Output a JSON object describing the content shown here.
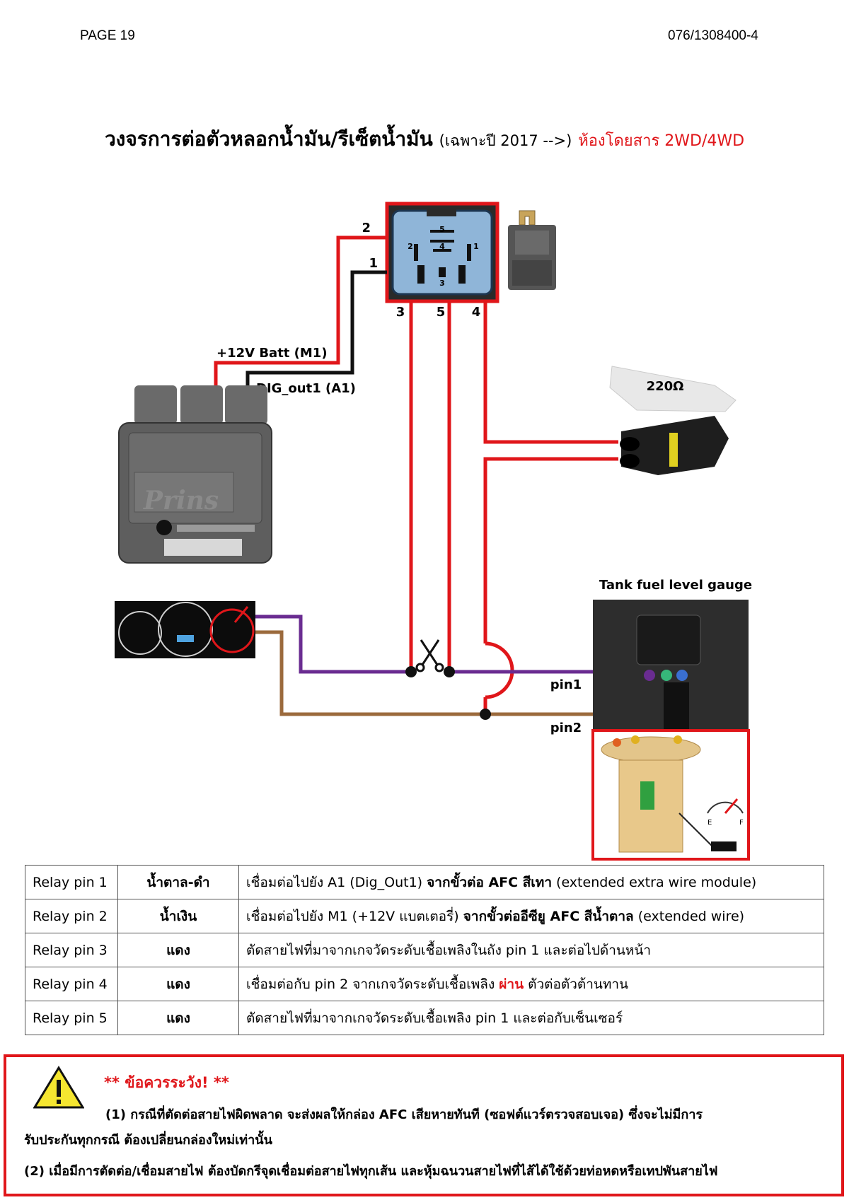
{
  "header": {
    "page": "PAGE 19",
    "doc_number": "076/1308400-4"
  },
  "title": {
    "main": "วงจรการต่อตัวหลอกน้ำมัน/รีเซ็ตน้ำมัน",
    "sub": "(เฉพาะปี 2017 -->)",
    "highlight": "ห้องโดยสาร 2WD/4WD"
  },
  "diagram": {
    "relay_socket_pins": {
      "p5": "5",
      "p4": "4",
      "p2": "2",
      "p1": "1",
      "p3": "3"
    },
    "wire_pin_labels": {
      "p2": "2",
      "p1": "1",
      "p3": "3",
      "p5": "5",
      "p4": "4"
    },
    "wire_labels": {
      "batt": "+12V Batt (M1)",
      "dig": "DIG_out1 (A1)"
    },
    "ecu_brand": "Prins",
    "resistor_label": "220Ω",
    "tank_label": "Tank fuel level gauge",
    "pin1_label": "pin1",
    "pin2_label": "pin2",
    "gauge_marks": {
      "e": "E",
      "f": "F"
    },
    "colors": {
      "red": "#e0161a",
      "black": "#111111",
      "purple": "#6a2c91",
      "brown": "#9b6a3c"
    }
  },
  "table": {
    "rows": [
      {
        "pin": "Relay pin 1",
        "color": "น้ำตาล-ดำ",
        "desc_a": "เชื่อมต่อไปยัง A1 (Dig_Out1) ",
        "desc_b": "จากขั้วต่อ AFC สีเทา",
        "desc_c": " (extended extra wire module)"
      },
      {
        "pin": "Relay pin 2",
        "color": "น้ำเงิน",
        "desc_a": "เชื่อมต่อไปยัง M1 (+12V แบตเตอรี่) ",
        "desc_b": "จากขั้วต่ออีซียู AFC สีน้ำตาล",
        "desc_c": " (extended wire)"
      },
      {
        "pin": "Relay pin 3",
        "color": "แดง",
        "desc_a": "ตัดสายไฟที่มาจากเกจวัดระดับเชื้อเพลิงในถัง pin 1 และต่อไปด้านหน้า",
        "desc_b": "",
        "desc_c": ""
      },
      {
        "pin": "Relay pin 4",
        "color": "แดง",
        "desc_a": "เชื่อมต่อกับ pin 2 จากเกจวัดระดับเชื้อเพลิง ",
        "desc_b": "ผ่าน",
        "desc_c": " ตัวต่อตัวต้านทาน"
      },
      {
        "pin": "Relay pin 5",
        "color": "แดง",
        "desc_a": "ตัดสายไฟที่มาจากเกจวัดระดับเชื้อเพลิง pin 1 และต่อกับเซ็นเซอร์",
        "desc_b": "",
        "desc_c": ""
      }
    ]
  },
  "warning": {
    "title": "** ข้อควรระวัง! **",
    "line1": "(1) กรณีที่ตัดต่อสายไฟผิดพลาด จะส่งผลให้กล่อง AFC เสียหายทันที (ซอฟต์แวร์ตรวจสอบเจอ) ซึ่งจะไม่มีการ",
    "line2": "รับประกันทุกกรณี ต้องเปลี่ยนกล่องใหม่เท่านั้น",
    "line3": "(2) เมื่อมีการตัดต่อ/เชื่อมสายไฟ ต้องบัดกรีจุดเชื่อมต่อสายไฟทุกเส้น และหุ้มฉนวนสายไฟที่ไส้ได้ใช้ด้วยท่อหดหรือเทปพันสายไฟ"
  }
}
